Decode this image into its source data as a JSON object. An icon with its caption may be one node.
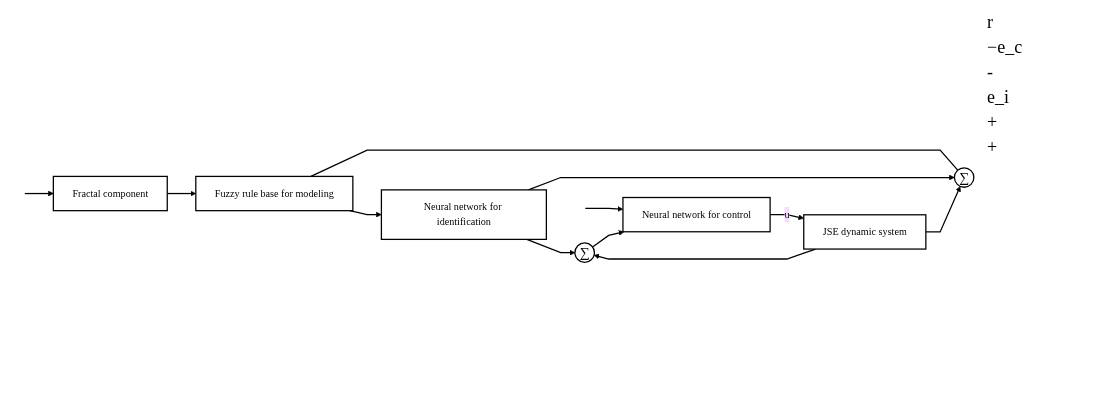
{
  "diagram": {
    "nodes": [
      {
        "text": [
          "Fractal component"
        ]
      },
      {
        "text": [
          "Fuzzy rule base for modeling"
        ]
      },
      {
        "text": [
          "Neural network for identification"
        ]
      },
      {
        "text": [
          "∑"
        ]
      },
      {
        "text": [
          "∑"
        ]
      },
      {
        "text": [
          "Neural network for control"
        ]
      },
      {
        "text": [
          "JSE dynamic system"
        ]
      }
    ],
    "edges": [
      {
        "from": null,
        "to": 0,
        "arrow": "to"
      },
      {
        "from": null,
        "to": 5,
        "arrow": "to"
      },
      {
        "from": 0,
        "to": 1,
        "arrow": "to"
      },
      {
        "from": 1,
        "to": 2,
        "arrow": "to"
      },
      {
        "from": 1,
        "to": 3,
        "arrow": "none"
      },
      {
        "from": 2,
        "to": 3,
        "arrow": "to"
      },
      {
        "from": 2,
        "to": 4,
        "arrow": "to"
      },
      {
        "from": 5,
        "to": 6,
        "arrow": "to",
        "label": "u"
      },
      {
        "from": 6,
        "to": 3,
        "arrow": "to"
      },
      {
        "from": 6,
        "to": 4,
        "arrow": "to"
      },
      {
        "from": 4,
        "to": 5,
        "arrow": "to"
      }
    ],
    "labels": [
      "r",
      "−e_c",
      "-",
      "e_i",
      "+",
      "+"
    ]
  }
}
